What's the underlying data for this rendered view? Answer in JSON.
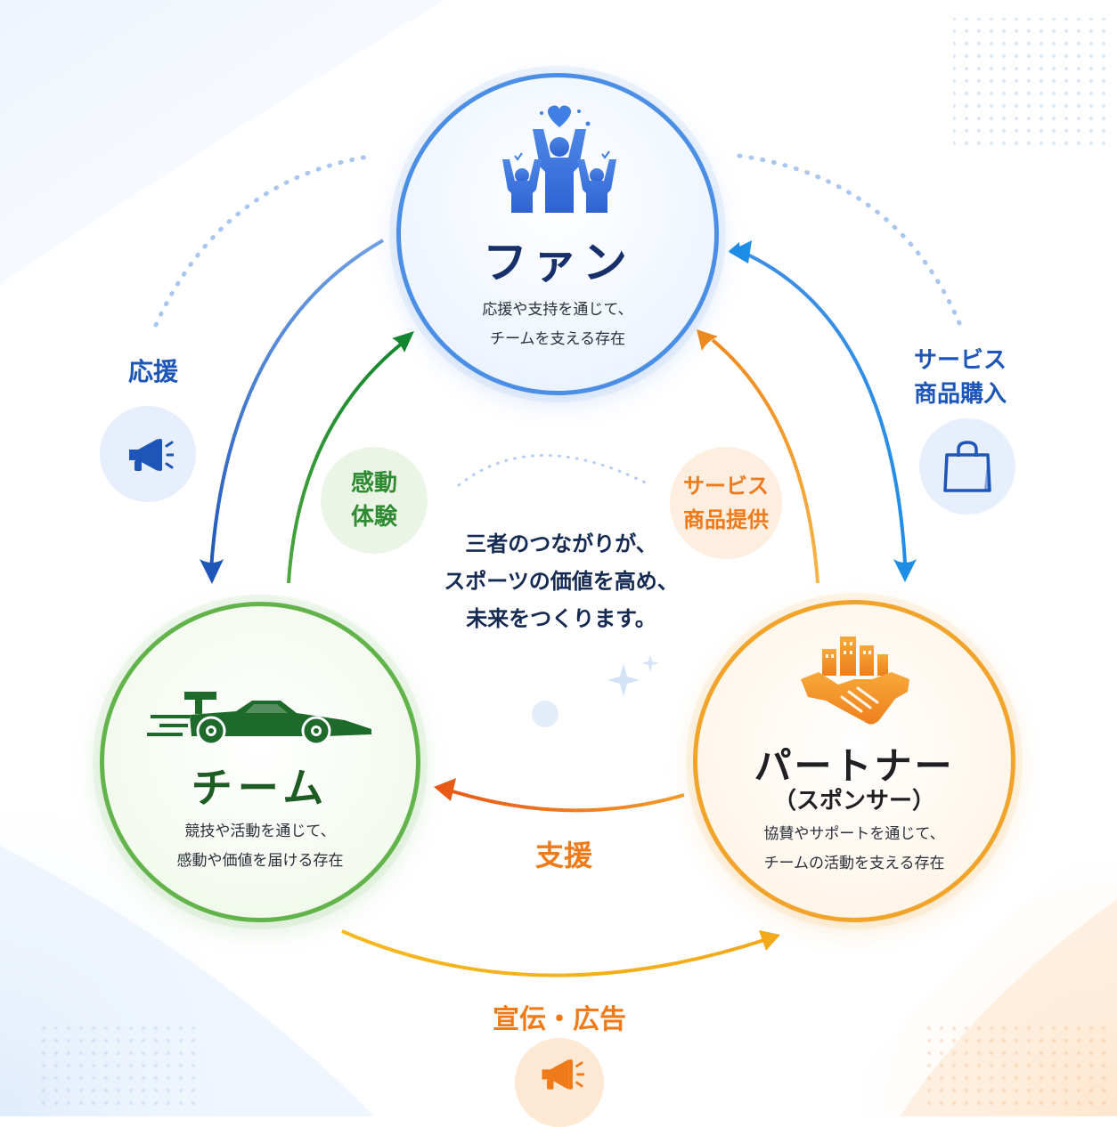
{
  "nodes": {
    "fan": {
      "title": "ファン",
      "desc_line1": "応援や支持を通じて、",
      "desc_line2": "チームを支える存在",
      "color": "#4a8ee6",
      "title_color": "#17306b",
      "icon": "cheering-fans-icon"
    },
    "team": {
      "title": "チーム",
      "desc_line1": "競技や活動を通じて、",
      "desc_line2": "感動や価値を届ける存在",
      "color": "#62b34a",
      "title_color": "#1d5c22",
      "icon": "race-car-icon"
    },
    "partner": {
      "title": "パートナー",
      "subtitle": "（スポンサー）",
      "desc_line1": "協賛やサポートを通じて、",
      "desc_line2": "チームの活動を支える存在",
      "color": "#f2a42a",
      "title_color": "#1f1f24",
      "icon": "handshake-buildings-icon"
    }
  },
  "edges": {
    "fan_to_team": {
      "label": "応援",
      "color": "#1d56b8",
      "icon": "megaphone-icon"
    },
    "team_to_fan": {
      "line1": "感動",
      "line2": "体験",
      "color": "#2e8b32"
    },
    "partner_to_fan": {
      "line1": "サービス",
      "line2": "商品提供",
      "color": "#ef7a1a"
    },
    "fan_partner": {
      "line1": "サービス",
      "line2": "商品購入",
      "color": "#1d56b8",
      "icon": "shopping-bag-icon"
    },
    "partner_to_team": {
      "label": "支援",
      "color": "#ef7a1a"
    },
    "team_to_partner": {
      "label": "宣伝・広告",
      "color": "#ef7a1a",
      "icon": "megaphone-icon"
    }
  },
  "center": {
    "line1": "三者のつながりが、",
    "line2": "スポーツの価値を高め、",
    "line3": "未来をつくります。"
  }
}
